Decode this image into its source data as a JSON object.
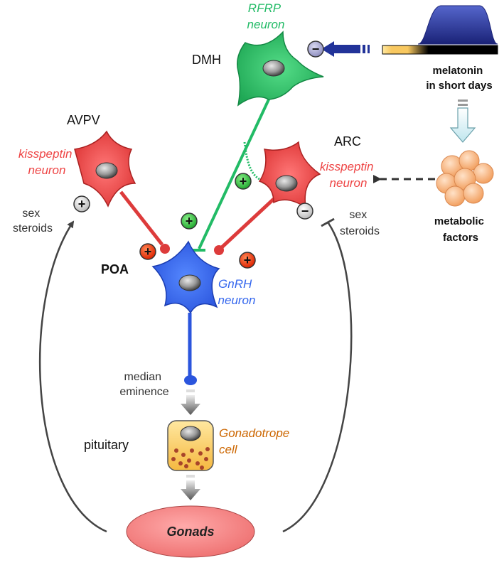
{
  "regions": {
    "dmh": "DMH",
    "avpv": "AVPV",
    "arc": "ARC",
    "poa": "POA"
  },
  "neurons": {
    "rfrp": [
      "RFRP",
      "neuron"
    ],
    "kiss_avpv": [
      "kisspeptin",
      "neuron"
    ],
    "kiss_arc": [
      "kisspeptin",
      "neuron"
    ],
    "gnrh": [
      "GnRH",
      "neuron"
    ]
  },
  "inputs": {
    "melatonin": [
      "melatonin",
      "in short days"
    ],
    "metabolic": [
      "metabolic",
      "factors"
    ]
  },
  "feedback": {
    "left": [
      "sex",
      "steroids"
    ],
    "right": [
      "sex",
      "steroids"
    ]
  },
  "downstream": {
    "median_eminence": [
      "median",
      "eminence"
    ],
    "pituitary": "pituitary",
    "gonadotrope": [
      "Gonadotrope",
      "cell"
    ],
    "gonads": "Gonads"
  },
  "signs": {
    "plus": "+",
    "minus": "−"
  },
  "colors": {
    "rfrp": "#22bb66",
    "kisspeptin": "#ee4444",
    "gnrh": "#3366ee",
    "gonadotrope": "#cc6600",
    "gonads": "#f28080",
    "melatonin_arrow": "#223399"
  }
}
